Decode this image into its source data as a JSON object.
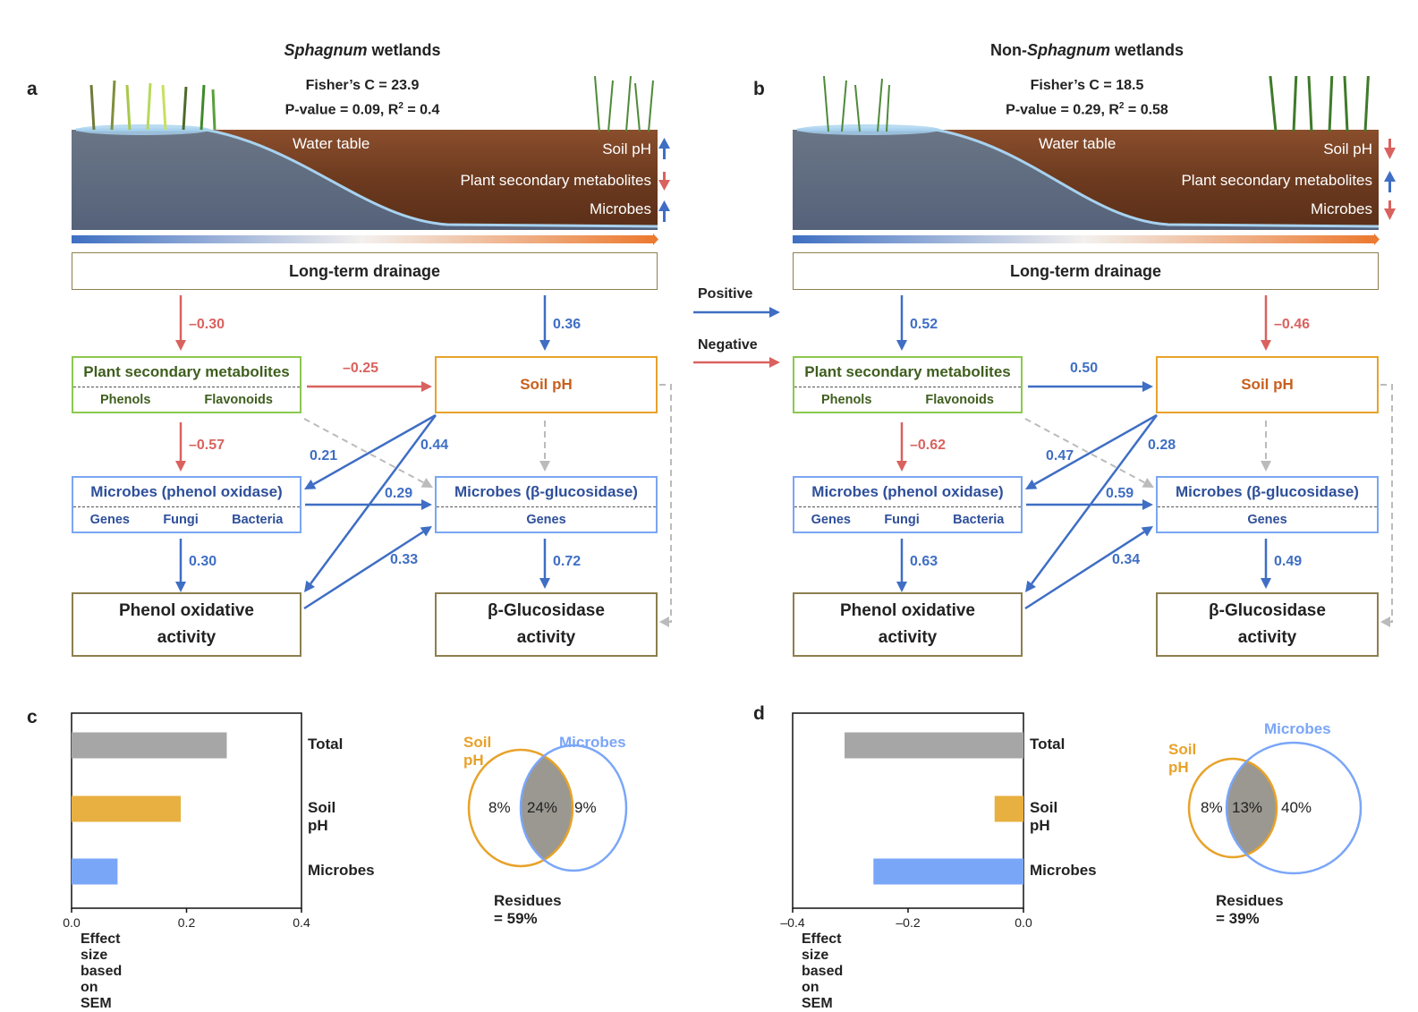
{
  "colors": {
    "positive": "#3f6ec4",
    "negative": "#d9625f",
    "nonsignificant": "#bbbbbb",
    "soil_ph": "#e8a22a",
    "microbes": "#7aa6f2",
    "total_bar": "#a6a6a6",
    "overlap": "#9a9890"
  },
  "legend": {
    "positive_label": "Positive",
    "negative_label": "Negative"
  },
  "panels": [
    {
      "letter": "a",
      "title_italic": "Sphagnum",
      "title_prefix": "",
      "title_suffix": " wetlands",
      "fisher_c": "Fisher’s C = 23.9",
      "pvalue_text": "P-value = 0.09, R",
      "r2_sup": "2",
      "r2_value": " = 0.4",
      "scene": {
        "water_table": "Water table",
        "soil_ph": {
          "label": "Soil pH",
          "direction": "up"
        },
        "metabolites": {
          "label": "Plant secondary metabolites",
          "direction": "down"
        },
        "microbes": {
          "label": "Microbes",
          "direction": "up"
        }
      },
      "nodes": {
        "drainage": "Long-term drainage",
        "plant": {
          "title": "Plant secondary metabolites",
          "subs": [
            "Phenols",
            "Flavonoids"
          ]
        },
        "soil_ph": "Soil pH",
        "mic_po": {
          "title": "Microbes (phenol oxidase)",
          "subs": [
            "Genes",
            "Fungi",
            "Bacteria"
          ]
        },
        "mic_bg": {
          "title": "Microbes (β-glucosidase)",
          "subs": [
            "Genes"
          ]
        },
        "act_po": {
          "line1": "Phenol oxidative",
          "line2": "activity"
        },
        "act_bg": {
          "line1": "β-Glucosidase",
          "line2": "activity"
        }
      },
      "paths": {
        "drainage_to_plant": {
          "value": "–0.30",
          "sign": "negative"
        },
        "drainage_to_ph": {
          "value": "0.36",
          "sign": "positive"
        },
        "plant_to_ph": {
          "value": "–0.25",
          "sign": "negative"
        },
        "plant_to_mic_po": {
          "value": "–0.57",
          "sign": "negative"
        },
        "ph_to_mic_po": {
          "value": "0.21",
          "sign": "positive"
        },
        "ph_to_act_po": {
          "value": "0.44",
          "sign": "positive"
        },
        "mic_po_to_mic_bg": {
          "value": "0.29",
          "sign": "positive"
        },
        "mic_po_to_act_po": {
          "value": "0.30",
          "sign": "positive"
        },
        "act_po_to_mic_bg": {
          "value": "0.33",
          "sign": "positive"
        },
        "mic_bg_to_act_bg": {
          "value": "0.72",
          "sign": "positive"
        }
      }
    },
    {
      "letter": "b",
      "title_prefix": "Non-",
      "title_italic": "Sphagnum",
      "title_suffix": " wetlands",
      "fisher_c": "Fisher’s C = 18.5",
      "pvalue_text": "P-value = 0.29, R",
      "r2_sup": "2",
      "r2_value": " = 0.58",
      "scene": {
        "water_table": "Water table",
        "soil_ph": {
          "label": "Soil pH",
          "direction": "down"
        },
        "metabolites": {
          "label": "Plant secondary metabolites",
          "direction": "up"
        },
        "microbes": {
          "label": "Microbes",
          "direction": "down"
        }
      },
      "nodes": {
        "drainage": "Long-term drainage",
        "plant": {
          "title": "Plant secondary metabolites",
          "subs": [
            "Phenols",
            "Flavonoids"
          ]
        },
        "soil_ph": "Soil pH",
        "mic_po": {
          "title": "Microbes (phenol oxidase)",
          "subs": [
            "Genes",
            "Fungi",
            "Bacteria"
          ]
        },
        "mic_bg": {
          "title": "Microbes (β-glucosidase)",
          "subs": [
            "Genes"
          ]
        },
        "act_po": {
          "line1": "Phenol oxidative",
          "line2": "activity"
        },
        "act_bg": {
          "line1": "β-Glucosidase",
          "line2": "activity"
        }
      },
      "paths": {
        "drainage_to_plant": {
          "value": "0.52",
          "sign": "positive"
        },
        "drainage_to_ph": {
          "value": "–0.46",
          "sign": "negative"
        },
        "plant_to_ph": {
          "value": "0.50",
          "sign": "positive"
        },
        "plant_to_mic_po": {
          "value": "–0.62",
          "sign": "negative"
        },
        "ph_to_mic_po": {
          "value": "0.47",
          "sign": "positive"
        },
        "ph_to_act_po": {
          "value": "0.28",
          "sign": "positive"
        },
        "mic_po_to_mic_bg": {
          "value": "0.59",
          "sign": "positive"
        },
        "mic_po_to_act_po": {
          "value": "0.63",
          "sign": "positive"
        },
        "act_po_to_mic_bg": {
          "value": "0.34",
          "sign": "positive"
        },
        "mic_bg_to_act_bg": {
          "value": "0.49",
          "sign": "positive"
        }
      }
    }
  ],
  "chart_data": [
    {
      "type": "bar",
      "panel": "c",
      "orientation": "horizontal",
      "categories": [
        "Total",
        "Soil pH",
        "Microbes"
      ],
      "values": [
        0.27,
        0.19,
        0.08
      ],
      "colors": [
        "#a6a6a6",
        "#e8b040",
        "#7aa6f8"
      ],
      "xlabel": "Effect size based on SEM",
      "ylabel": "",
      "xlim": [
        0.0,
        0.4
      ],
      "xticks": [
        "0.0",
        "0.2",
        "0.4"
      ],
      "xtick_values": [
        0.0,
        0.2,
        0.4
      ],
      "venn": {
        "sets": [
          "Soil pH",
          "Microbes"
        ],
        "only_a": "8%",
        "overlap": "24%",
        "only_b": "9%",
        "residues": "Residues = 59%"
      }
    },
    {
      "type": "bar",
      "panel": "d",
      "orientation": "horizontal",
      "categories": [
        "Total",
        "Soil pH",
        "Microbes"
      ],
      "values": [
        -0.31,
        -0.05,
        -0.26
      ],
      "colors": [
        "#a6a6a6",
        "#e8b040",
        "#7aa6f8"
      ],
      "xlabel": "Effect size based on SEM",
      "ylabel": "",
      "xlim": [
        -0.4,
        0.0
      ],
      "xticks": [
        "–0.4",
        "–0.2",
        "0.0"
      ],
      "xtick_values": [
        -0.4,
        -0.2,
        0.0
      ],
      "venn": {
        "sets": [
          "Soil pH",
          "Microbes"
        ],
        "only_a": "8%",
        "overlap": "13%",
        "only_b": "40%",
        "residues": "Residues = 39%"
      }
    }
  ]
}
